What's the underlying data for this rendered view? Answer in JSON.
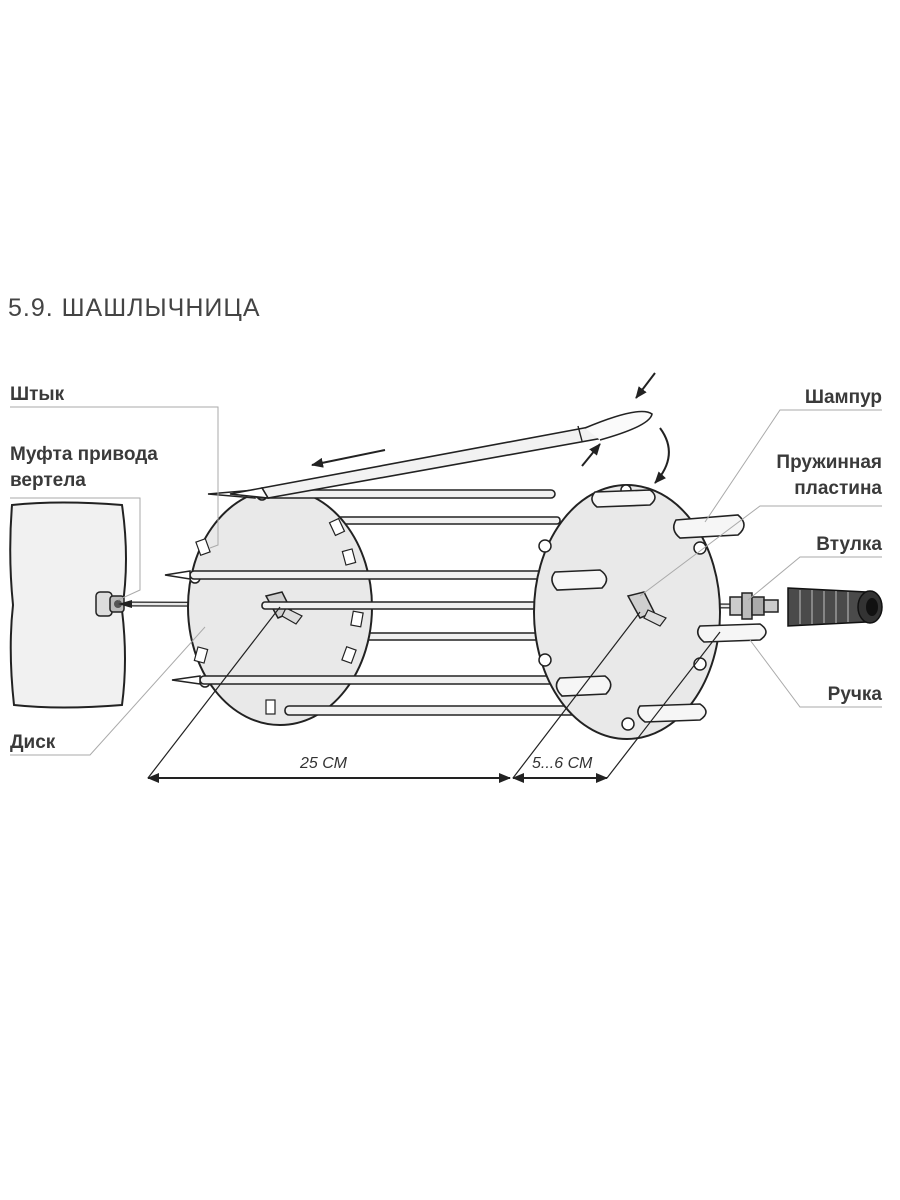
{
  "diagram": {
    "title": "5.9. ШАШЛЫЧНИЦА",
    "labels": {
      "shtyk": "Штык",
      "mufta_line1": "Муфта привода",
      "mufta_line2": "вертела",
      "disk": "Диск",
      "shampur": "Шампур",
      "plastina_line1": "Пружинная",
      "plastina_line2": "пластина",
      "vtulka": "Втулка",
      "ruchka": "Ручка"
    },
    "dimensions": {
      "length": "25 СМ",
      "gap": "5...6 СМ"
    },
    "colors": {
      "ink": "#222222",
      "disk_fill": "#e9e9e9",
      "leader": "#aaaaaa",
      "label_text": "#3a3a3a"
    }
  }
}
